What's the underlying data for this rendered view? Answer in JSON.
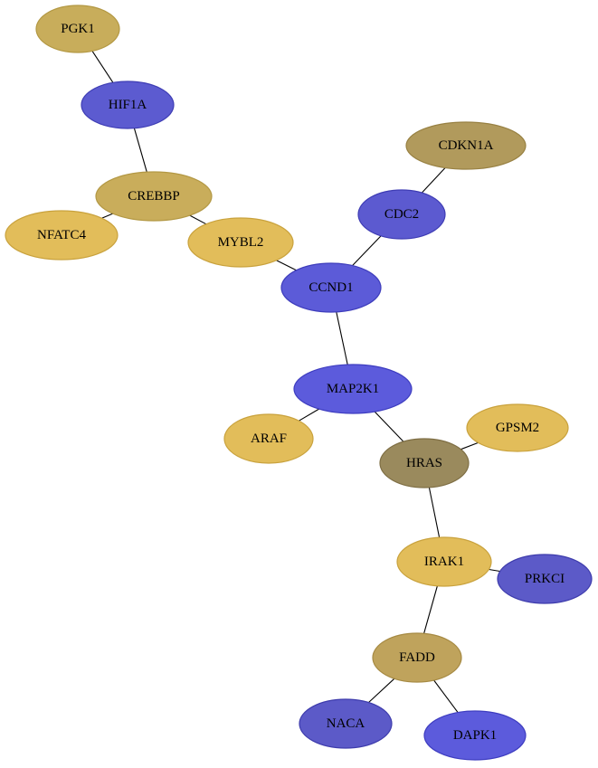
{
  "graph": {
    "nodes": [
      {
        "id": "PGK1",
        "label": "PGK1",
        "fill": "#c8ad5b",
        "stroke": "#b39843"
      },
      {
        "id": "HIF1A",
        "label": "HIF1A",
        "fill": "#5c5bd0",
        "stroke": "#3e3db4"
      },
      {
        "id": "CREBBP",
        "label": "CREBBP",
        "fill": "#c9ad5b",
        "stroke": "#b39844"
      },
      {
        "id": "NFATC4",
        "label": "NFATC4",
        "fill": "#e2bd5a",
        "stroke": "#c9a23d"
      },
      {
        "id": "MYBL2",
        "label": "MYBL2",
        "fill": "#e2bd5a",
        "stroke": "#c9a23d"
      },
      {
        "id": "CDKN1A",
        "label": "CDKN1A",
        "fill": "#b19a5c",
        "stroke": "#988143"
      },
      {
        "id": "CDC2",
        "label": "CDC2",
        "fill": "#5c5ad0",
        "stroke": "#3e3cb4"
      },
      {
        "id": "CCND1",
        "label": "CCND1",
        "fill": "#5c5bd8",
        "stroke": "#3e3dbc"
      },
      {
        "id": "MAP2K1",
        "label": "MAP2K1",
        "fill": "#5c5bdc",
        "stroke": "#3e3dc0"
      },
      {
        "id": "ARAF",
        "label": "ARAF",
        "fill": "#e2bd5a",
        "stroke": "#c9a23d"
      },
      {
        "id": "GPSM2",
        "label": "GPSM2",
        "fill": "#e2bd5a",
        "stroke": "#c9a23d"
      },
      {
        "id": "HRAS",
        "label": "HRAS",
        "fill": "#9a8a5d",
        "stroke": "#7e6e44"
      },
      {
        "id": "IRAK1",
        "label": "IRAK1",
        "fill": "#e2bd5a",
        "stroke": "#c9a23d"
      },
      {
        "id": "PRKCI",
        "label": "PRKCI",
        "fill": "#5c5ac8",
        "stroke": "#3e3cac"
      },
      {
        "id": "FADD",
        "label": "FADD",
        "fill": "#bfa35c",
        "stroke": "#a68a43"
      },
      {
        "id": "NACA",
        "label": "NACA",
        "fill": "#5c5ac8",
        "stroke": "#3e3cac"
      },
      {
        "id": "DAPK1",
        "label": "DAPK1",
        "fill": "#5c5bdc",
        "stroke": "#3e3dc0"
      }
    ],
    "edges": [
      [
        "PGK1",
        "HIF1A"
      ],
      [
        "HIF1A",
        "CREBBP"
      ],
      [
        "CREBBP",
        "NFATC4"
      ],
      [
        "CREBBP",
        "MYBL2"
      ],
      [
        "MYBL2",
        "CCND1"
      ],
      [
        "CDKN1A",
        "CDC2"
      ],
      [
        "CDC2",
        "CCND1"
      ],
      [
        "CCND1",
        "MAP2K1"
      ],
      [
        "MAP2K1",
        "ARAF"
      ],
      [
        "MAP2K1",
        "HRAS"
      ],
      [
        "HRAS",
        "GPSM2"
      ],
      [
        "HRAS",
        "IRAK1"
      ],
      [
        "IRAK1",
        "PRKCI"
      ],
      [
        "IRAK1",
        "FADD"
      ],
      [
        "FADD",
        "NACA"
      ],
      [
        "FADD",
        "DAPK1"
      ]
    ]
  }
}
